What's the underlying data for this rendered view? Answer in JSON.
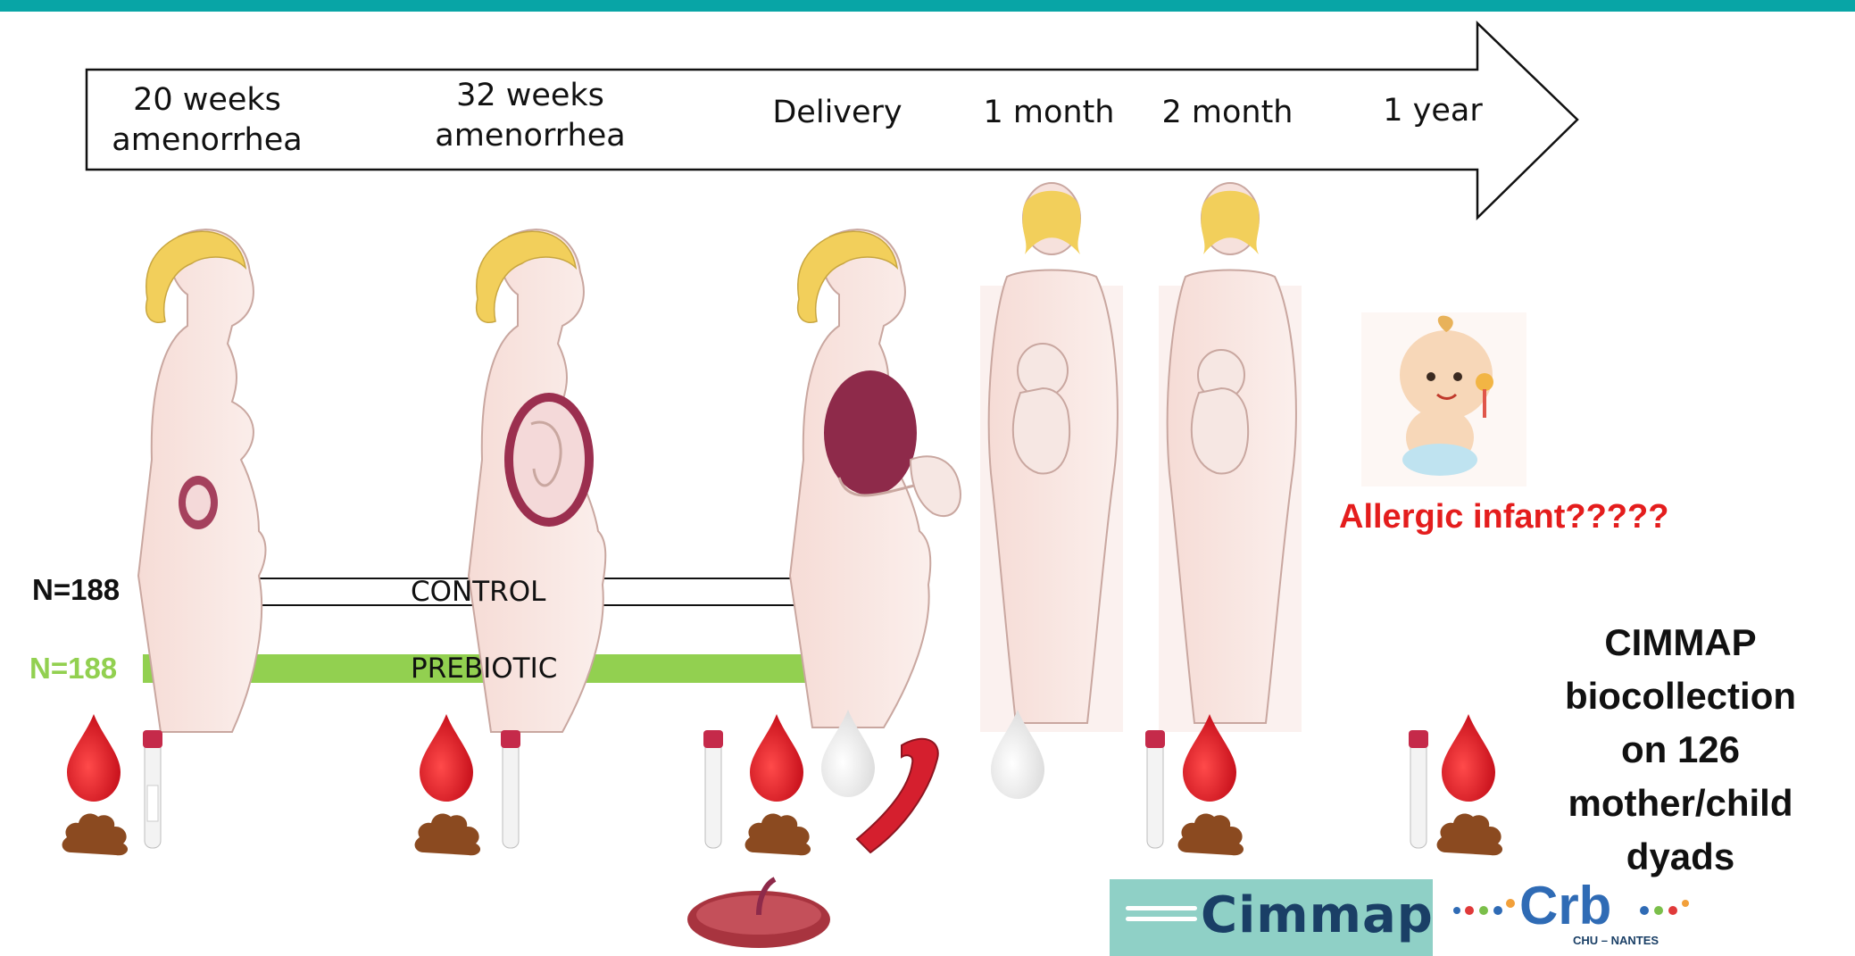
{
  "timeline": {
    "points": [
      {
        "line1": "20 weeks",
        "line2": "amenorrhea"
      },
      {
        "line1": "32 weeks",
        "line2": "amenorrhea"
      },
      {
        "line1": "Delivery",
        "line2": ""
      },
      {
        "line1": "1 month",
        "line2": ""
      },
      {
        "line1": "2 month",
        "line2": ""
      },
      {
        "line1": "1 year",
        "line2": ""
      }
    ]
  },
  "groups": {
    "control": {
      "n_label": "N=188",
      "label": "CONTROL",
      "color": "#111111"
    },
    "prebiotic": {
      "n_label": "N=188",
      "label": "PREBIOTIC",
      "color": "#92d050"
    }
  },
  "allergic_text": "Allergic infant?????",
  "biocollection_text": [
    "CIMMAP",
    "biocollection",
    "on 126",
    "mother/child",
    "dyads"
  ],
  "logos": {
    "cimmap": "Cimmap",
    "crb": "Crb",
    "crb_sub": "CHU – NANTES"
  },
  "colors": {
    "top_bar": "#08a5a6",
    "blood": "#e0232b",
    "stool": "#8b4a20",
    "milk": "#eeeeee",
    "skin": "#f7e3de",
    "hair": "#f3d36b",
    "uterus": "#8e2a4a"
  },
  "sample_icons": [
    "blood-drop-icon",
    "stool-icon",
    "tube-icon",
    "milk-drop-icon",
    "cord-blood-vessel-icon",
    "placenta-icon"
  ]
}
